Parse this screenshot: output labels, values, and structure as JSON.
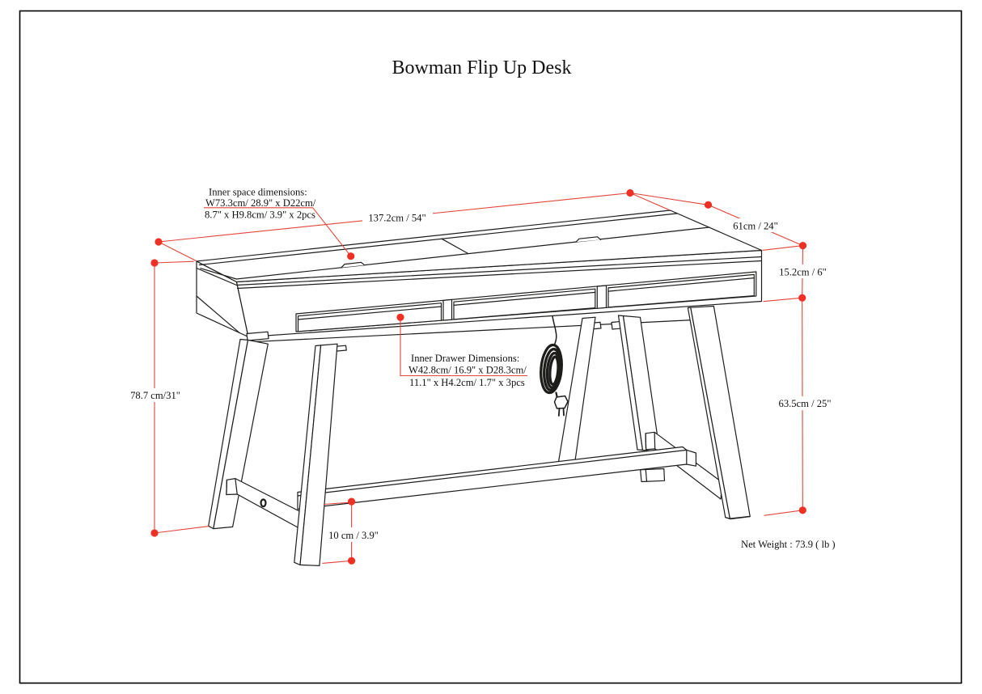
{
  "page": {
    "background": "#ffffff",
    "border_color": "#000000"
  },
  "colors": {
    "line": "#1d1d1b",
    "red_line": "#e2453a",
    "red_dot": "#ee3124"
  },
  "product": {
    "title": "Bowman Flip Up Desk"
  },
  "dimensions": {
    "width": "137.2cm / 54\"",
    "depth": "61cm / 24\"",
    "top_height": "15.2cm / 6\"",
    "leg_height": "63.5cm / 25\"",
    "total_height": "78.7 cm/31\"",
    "stretcher_clearance": "10 cm / 3.9\""
  },
  "annotations": {
    "inner_space": {
      "line1": "Inner space dimensions:",
      "line2": "W73.3cm/ 28.9\" x D22cm/",
      "line3": "8.7\" x H9.8cm/ 3.9\" x 2pcs"
    },
    "inner_drawer": {
      "line1": "Inner Drawer Dimensions:",
      "line2": "W42.8cm/ 16.9\" x D28.3cm/",
      "line3": "11.1\" x H4.2cm/ 1.7\" x 3pcs"
    },
    "net_weight": "Net Weight : 73.9 ( lb )"
  }
}
